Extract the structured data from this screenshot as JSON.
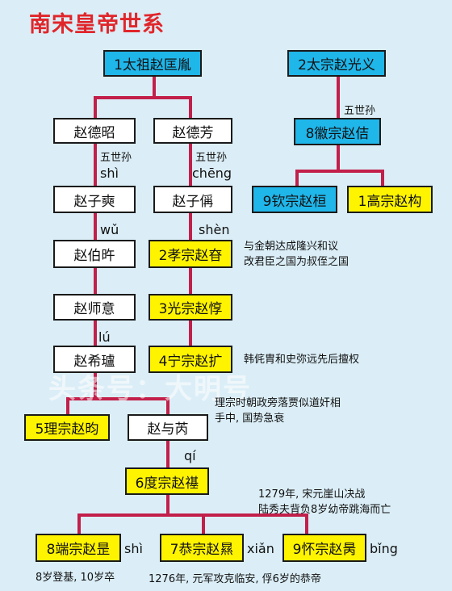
{
  "title": "南宋皇帝世系",
  "watermark": "头条号：大明号",
  "colors": {
    "line": "#c21f4a",
    "title": "#e0262b",
    "blue": "#1fb6ea",
    "yellow": "#fff400",
    "white": "#ffffff"
  },
  "nodes": {
    "taizu": "1太祖赵匡胤",
    "taizong": "2太宗赵光义",
    "zhao_dezhao": "赵德昭",
    "zhao_defang": "赵德芳",
    "huizong": "8徽宗赵佶",
    "zhao_zicheng": "赵子奭",
    "zhao_zichen": "赵子偁",
    "qinzong": "9钦宗赵桓",
    "gaozong": "1高宗赵构",
    "zhao_bowu": "赵伯旿",
    "xiaozong": "2孝宗赵昚",
    "zhao_shiyi": "赵师意",
    "guangzong": "3光宗赵惇",
    "zhao_xilu": "赵希瓐",
    "ningzong": "4宁宗赵扩",
    "lizong": "5理宗赵昀",
    "zhao_yurui": "赵与芮",
    "duzong": "6度宗赵禥",
    "duanzong": "8端宗赵昰",
    "gongzong": "7恭宗赵㬎",
    "huaizong": "9怀宗赵昺"
  },
  "labels": {
    "gen5_a": "五世孙",
    "gen5_b": "五世孙",
    "gen5_c": "五世孙"
  },
  "pinyin": {
    "shi_1": "shì",
    "cheng": "chēng",
    "wu": "wǔ",
    "shen": "shèn",
    "lu": "lú",
    "qi": "qí",
    "shi_2": "shì",
    "xian": "xiǎn",
    "bing": "bǐng"
  },
  "notes": {
    "xiaozong_1": "与金朝达成隆兴和议",
    "xiaozong_2": "改君臣之国为叔侄之国",
    "ningzong": "韩侂胄和史弥远先后擅权",
    "lizong_1": "理宗时朝政旁落贾似道奸相",
    "lizong_2": "手中, 国势急衰",
    "duzong_1": "1279年, 宋元崖山决战",
    "duzong_2": "陆秀夫背负8岁幼帝跳海而亡",
    "duanzong": "8岁登基, 10岁卒",
    "gongzong": "1276年, 元军攻克临安, 俘6岁的恭帝"
  }
}
